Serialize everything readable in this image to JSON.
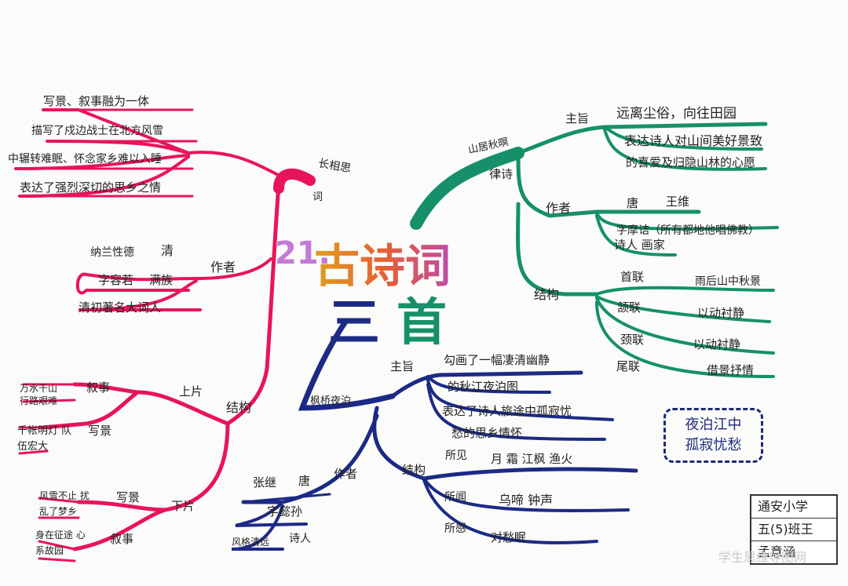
{
  "title": {
    "prefix": "21.",
    "main": "古诗词",
    "num": "三",
    "unit": "首"
  },
  "poem1": {
    "name": "长相思",
    "type": "词",
    "purpose_items": [
      "写景、叙事融为一体",
      "描写了戍边战士在北方风雪",
      "中辗转难眠、怀念家乡难以入睡",
      "表达了强烈深切的思乡之情"
    ],
    "author_label": "作者",
    "author": {
      "name": "纳兰性德",
      "dynasty": "清",
      "zi": "字容若",
      "ethnic": "满族",
      "fame": "清初著名大词人"
    },
    "structure_label": "结构",
    "upper": {
      "label": "上片",
      "items": [
        {
          "text": "万水千山 行路艰难",
          "tag": "叙事"
        },
        {
          "text": "千帐明灯 队伍宏大",
          "tag": "写景"
        }
      ]
    },
    "lower": {
      "label": "下片",
      "items": [
        {
          "text": "风雪不止 扰乱了梦乡",
          "tag": "写景"
        },
        {
          "text": "身在征途 心系故园",
          "tag": "叙事"
        }
      ]
    }
  },
  "poem2": {
    "name": "山居秋暝",
    "type": "律诗",
    "theme_label": "主旨",
    "theme": [
      "远离尘俗，向往田园",
      "表达诗人对山间美好景致",
      "的喜爱及归隐山林的心愿"
    ],
    "author_label": "作者",
    "author": {
      "dynasty": "唐",
      "name": "王维",
      "zi": "字摩诘（所有都地他唱佛教）",
      "roles": "诗人  画家"
    },
    "structure_label": "结构",
    "lines": [
      {
        "label": "首联",
        "desc": "雨后山中秋景"
      },
      {
        "label": "颔联",
        "desc": "以动衬静"
      },
      {
        "label": "颈联",
        "desc": "以动衬静"
      },
      {
        "label": "尾联",
        "desc": "借景抒情"
      }
    ]
  },
  "poem3": {
    "name": "枫桥夜泊",
    "theme_label": "主旨",
    "theme": [
      "勾画了一幅凄清幽静",
      "的秋江夜泊图",
      "表达了诗人旅途中孤寂忧",
      "愁的思乡情怀"
    ],
    "author_label": "作者",
    "author": {
      "name": "张继",
      "dynasty": "唐",
      "zi": "字懿孙",
      "style": "风格清远",
      "role": "诗人"
    },
    "structure_label": "结构",
    "senses": [
      {
        "label": "所见",
        "items": "月    霜    江枫    渔火"
      },
      {
        "label": "所闻",
        "items": "乌啼    钟声"
      },
      {
        "label": "所感",
        "items": "对愁眠"
      }
    ]
  },
  "box": {
    "line1": "夜泊江中",
    "line2": "孤寂忧愁"
  },
  "stamp": {
    "school": "通安小学",
    "class": "五(5)班王",
    "name": "孟意涵"
  },
  "watermark": "学生思维导图网",
  "colors": {
    "red": "#e8145a",
    "green": "#16906a",
    "blue": "#1c2a86"
  }
}
